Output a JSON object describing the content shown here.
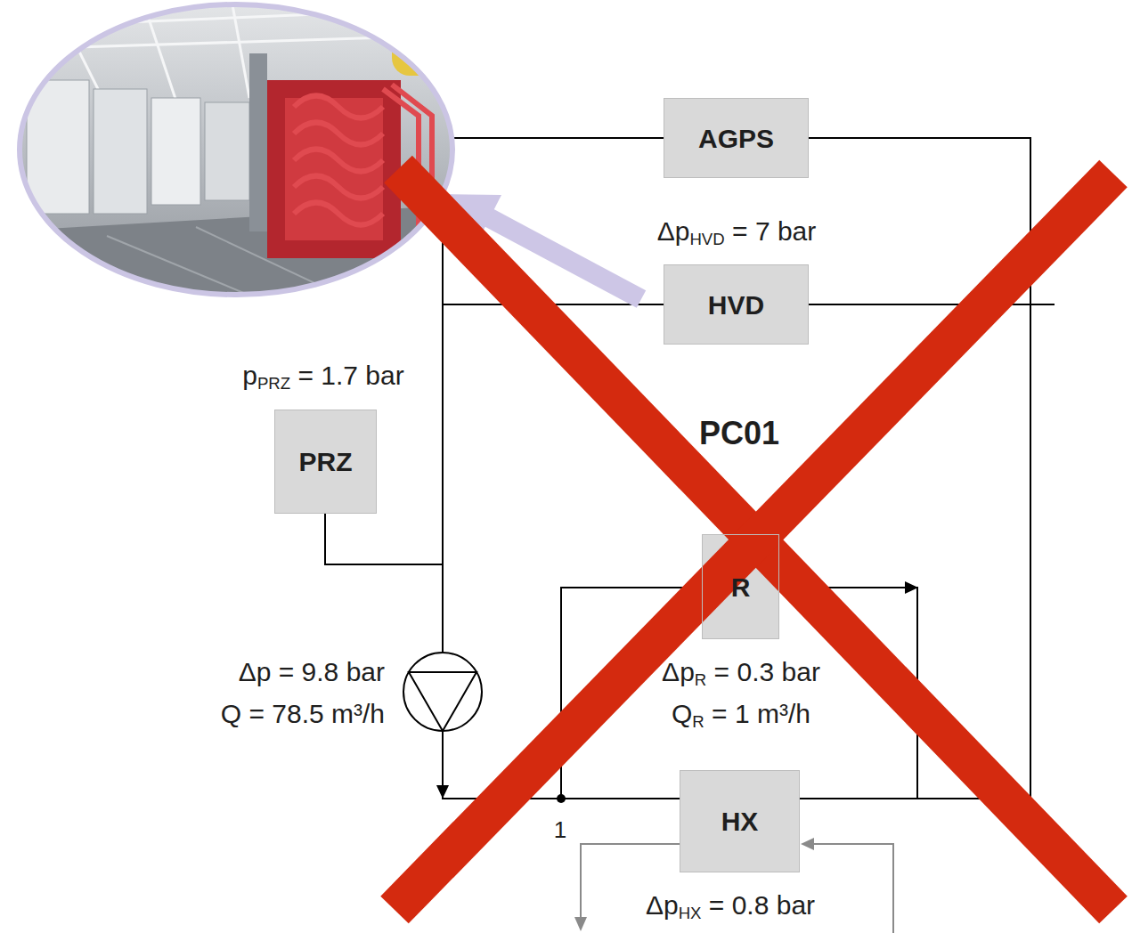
{
  "diagram": {
    "nodes": [
      {
        "text": [
          "AGPS"
        ]
      },
      {
        "text": [
          "HVD"
        ]
      },
      {
        "text": [
          "PRZ"
        ]
      },
      {
        "text": [
          "R"
        ]
      },
      {
        "text": [
          "HX"
        ]
      }
    ],
    "edges": [
      {
        "from": 0,
        "to": 4,
        "arrow": "none"
      },
      {
        "from": 0,
        "to": 4,
        "arrow": "none"
      },
      {
        "from": 1,
        "to": 4,
        "arrow": "none"
      },
      {
        "from": 1,
        "to": 4,
        "arrow": "none"
      },
      {
        "from": 2,
        "to": 4,
        "arrow": "none"
      },
      {
        "from": 3,
        "to": 4,
        "arrow": "none"
      },
      {
        "from": 3,
        "to": 4,
        "arrow": "none"
      }
    ],
    "labels": [
      "ΔpHVD = 7 bar",
      "pPRZ = 1.7 bar",
      "PC01",
      "Δp = 9.8 bar",
      "Q = 78.5 m³/h",
      "ΔpR = 0.3 bar",
      "QR = 1 m³/h",
      "ΔpHX = 0.8 bar",
      "1"
    ]
  }
}
